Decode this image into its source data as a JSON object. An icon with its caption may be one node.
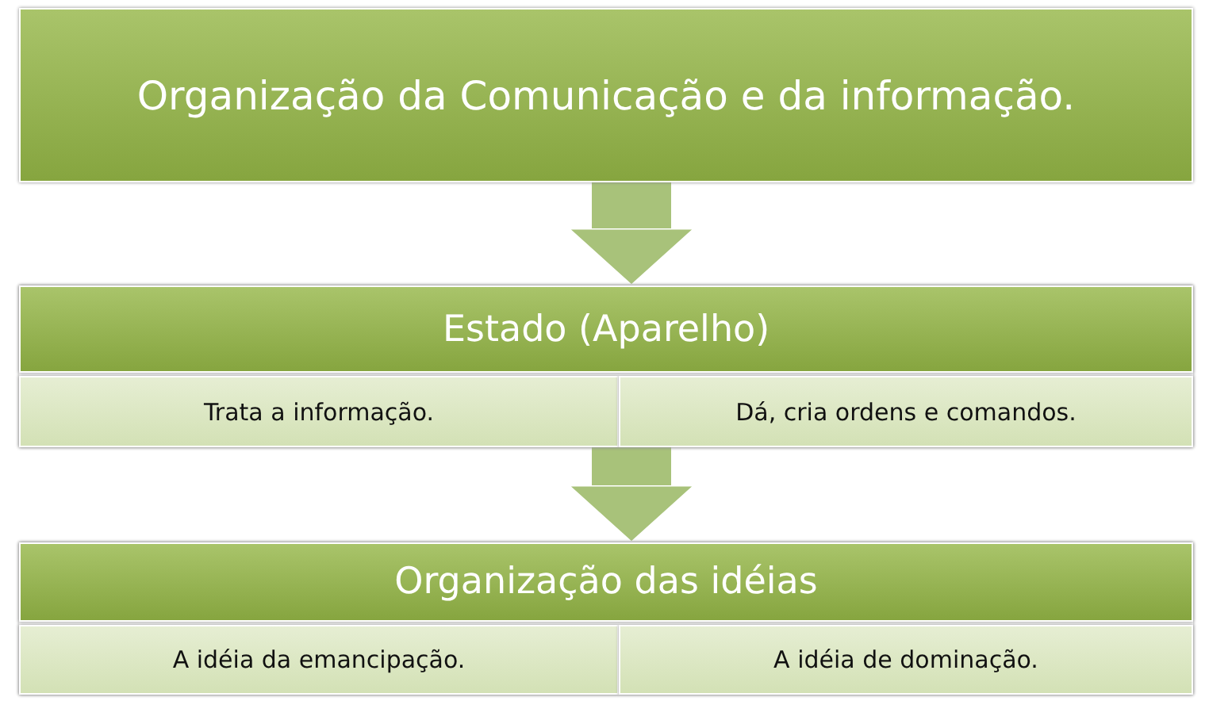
{
  "diagram": {
    "nodes": [
      {
        "text": [
          "Organização da Comunicação e da informação."
        ]
      },
      {
        "text": [],
        "shape": "box"
      },
      {
        "text": [
          "Estado (Aparelho)"
        ],
        "in": 1
      },
      {
        "text": [
          "Trata a informação."
        ],
        "in": 1
      },
      {
        "text": [
          "Dá, cria ordens e comandos."
        ],
        "in": 1
      },
      {
        "text": [],
        "shape": "box"
      },
      {
        "text": [
          "Organização das idéias"
        ],
        "in": 5
      },
      {
        "text": [
          "A idéia da emancipação."
        ],
        "in": 5
      },
      {
        "text": [
          "A idéia de dominação."
        ],
        "in": 5
      }
    ],
    "edges": [
      {
        "from": 0,
        "to": 1,
        "arrow": "to"
      },
      {
        "from": 1,
        "to": 5,
        "arrow": "to"
      }
    ]
  }
}
